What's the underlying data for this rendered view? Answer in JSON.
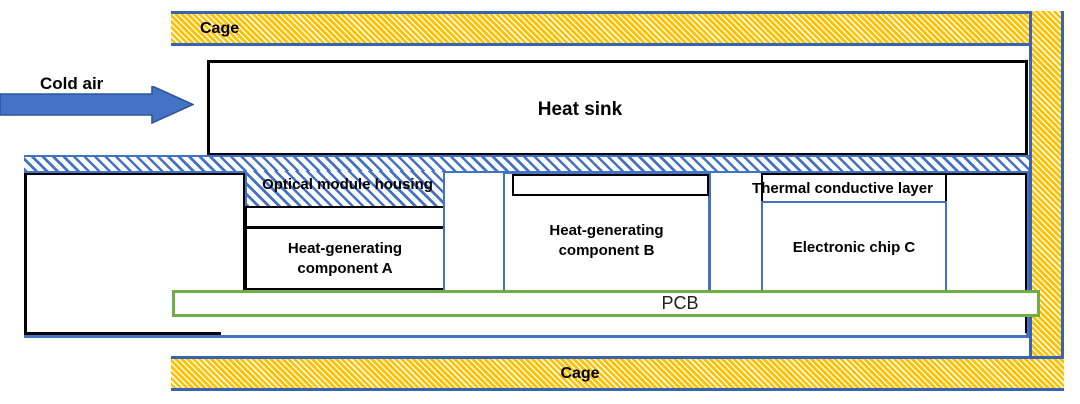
{
  "diagram": {
    "title": "Optical module thermal dissipation cross-section",
    "colors": {
      "cage_fill": "#ffc000",
      "cage_border": "#3a63ad",
      "housing_hatch": "#4472c4",
      "thermal_layer_hatch": "#c55a11",
      "pcb_border": "#70ad47",
      "arrow_fill": "#4472c4",
      "outline_black": "#000000"
    },
    "labels": {
      "cage_top": "Cage",
      "cage_bottom": "Cage",
      "cold_air": "Cold air",
      "heat_sink": "Heat sink",
      "optical_module_housing": "Optical module housing",
      "thermal_conductive_layer": "Thermal conductive layer",
      "component_a_line1": "Heat-generating",
      "component_a_line2": "component A",
      "component_b_line1": "Heat-generating",
      "component_b_line2": "component B",
      "electronic_chip_c": "Electronic chip C",
      "pcb": "PCB"
    },
    "icons": {
      "airflow": "right-arrow-icon"
    }
  }
}
